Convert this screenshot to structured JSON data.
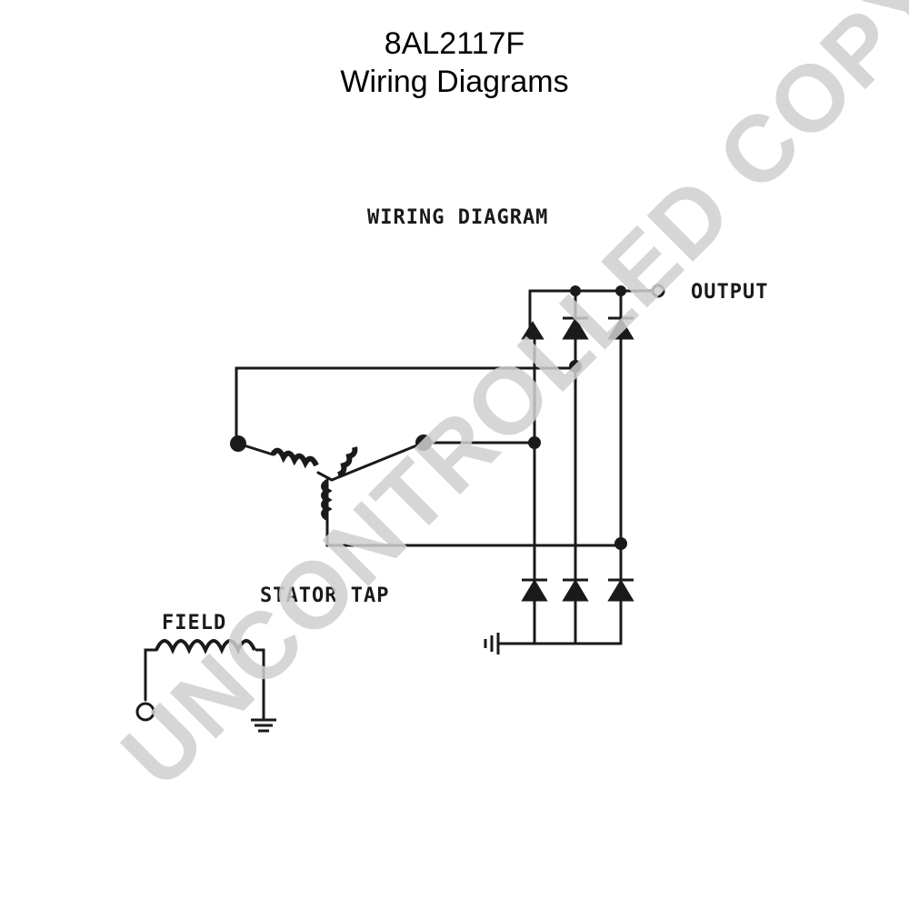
{
  "header": {
    "part_number": "8AL2117F",
    "subtitle": "Wiring Diagrams"
  },
  "diagram": {
    "title": "WIRING DIAGRAM",
    "labels": {
      "output": "OUTPUT",
      "stator_tap": "STATOR TAP",
      "field": "FIELD"
    }
  },
  "watermark": "UNCONTROLLED COPY",
  "colors": {
    "ink": "#1a1a1a",
    "watermark": "#d0d0d0",
    "background": "#ffffff"
  }
}
